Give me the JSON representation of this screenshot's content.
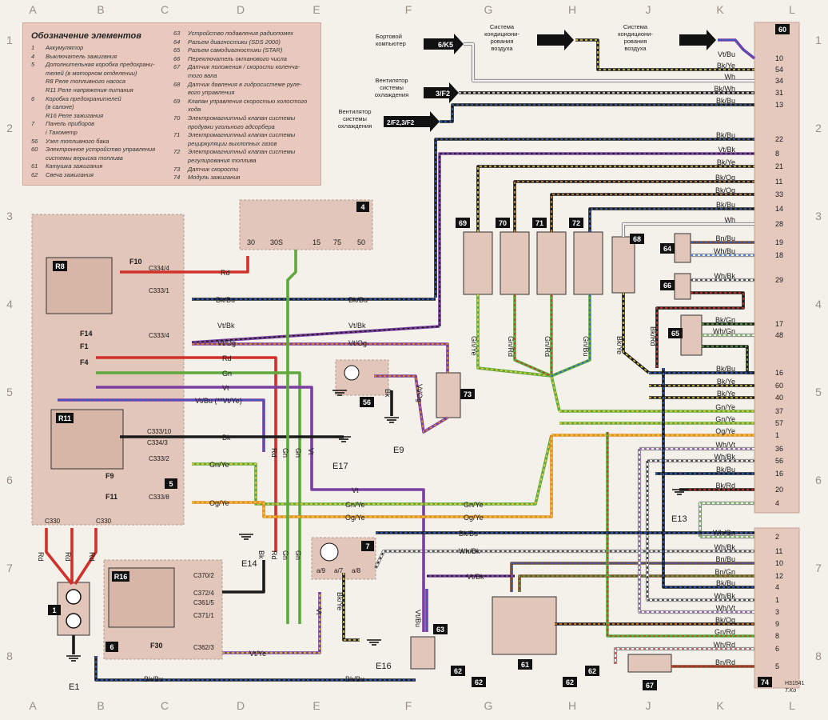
{
  "grid": {
    "columns": [
      "A",
      "B",
      "C",
      "D",
      "E",
      "F",
      "G",
      "H",
      "J",
      "K",
      "L"
    ],
    "rows": [
      "1",
      "2",
      "3",
      "4",
      "5",
      "6",
      "7",
      "8"
    ]
  },
  "legend": {
    "title": "Обозначение элементов",
    "left_items": [
      {
        "num": "1",
        "text": "Аккумулятор"
      },
      {
        "num": "4",
        "text": "Выключатель зажигания"
      },
      {
        "num": "5",
        "text": "Дополнительная коробка предохрани-"
      },
      {
        "num": "",
        "text": "телей (в моторном отделении)"
      },
      {
        "num": "",
        "text": "R8 Реле топливного насоса"
      },
      {
        "num": "",
        "text": "R11 Реле напряжения питания"
      },
      {
        "num": "6",
        "text": "Коробка предохранителей"
      },
      {
        "num": "",
        "text": "(в салоне)"
      },
      {
        "num": "",
        "text": "R16 Реле зажигания"
      },
      {
        "num": "7",
        "text": "Панель приборов"
      },
      {
        "num": "",
        "text": "i Тахометр"
      },
      {
        "num": "56",
        "text": "Узел топливного бака"
      },
      {
        "num": "60",
        "text": "Электронное устройство управления"
      },
      {
        "num": "",
        "text": "системы впрыска топлива"
      },
      {
        "num": "61",
        "text": "Катушка зажигания"
      },
      {
        "num": "62",
        "text": "Свеча зажигания"
      }
    ],
    "right_items": [
      {
        "num": "63",
        "text": "Устройство подавления радиопомех"
      },
      {
        "num": "64",
        "text": "Разъем диагностики (SDS 2000)"
      },
      {
        "num": "65",
        "text": "Разъем самодиагностики (STAR)"
      },
      {
        "num": "66",
        "text": "Переключатель октанового числа"
      },
      {
        "num": "67",
        "text": "Датчик положения / скорости коленча-"
      },
      {
        "num": "",
        "text": "того вала"
      },
      {
        "num": "68",
        "text": "Датчик давления в гидросистеме руле-"
      },
      {
        "num": "",
        "text": "вого управления"
      },
      {
        "num": "69",
        "text": "Клапан управления скоростью холостого"
      },
      {
        "num": "",
        "text": "хода"
      },
      {
        "num": "70",
        "text": "Электромагнитный клапан системы"
      },
      {
        "num": "",
        "text": "продувки угольного адсорбера"
      },
      {
        "num": "71",
        "text": "Электромагнитный клапан системы"
      },
      {
        "num": "",
        "text": "рециркуляции выхлопных газов"
      },
      {
        "num": "72",
        "text": "Электромагнитный клапан системы"
      },
      {
        "num": "",
        "text": "регулирования топлива"
      },
      {
        "num": "73",
        "text": "Датчик скорости"
      },
      {
        "num": "74",
        "text": "Модуль зажигания"
      }
    ]
  },
  "top_labels": {
    "board_computer": [
      "Бортовой",
      "компьютер"
    ],
    "ac_1": [
      "Система",
      "кондициони-",
      "рования",
      "воздуха"
    ],
    "ac_2": [
      "Система",
      "кондициони-",
      "рования",
      "воздуха"
    ],
    "fan_1": [
      "Вентилятор",
      "системы",
      "охлаждения"
    ],
    "fan_2": [
      "Вентилятор",
      "системы",
      "охлаждения"
    ],
    "connector_6k5": "6/K5",
    "connector_3f2": "3/F2",
    "connector_2f2": "2/F2,3/F2"
  },
  "module_60": {
    "label": "60",
    "pins": [
      {
        "pin": "10",
        "wire": "Vt/Bu"
      },
      {
        "pin": "54",
        "wire": "Bk/Ye"
      },
      {
        "pin": "34",
        "wire": "Wh"
      },
      {
        "pin": "31",
        "wire": "Bk/Wh"
      },
      {
        "pin": "13",
        "wire": "Bk/Bu"
      },
      {
        "pin": "22",
        "wire": "Bk/Bu"
      },
      {
        "pin": "8",
        "wire": "Vt/Bk"
      },
      {
        "pin": "21",
        "wire": "Bk/Ye"
      },
      {
        "pin": "11",
        "wire": "Bk/Og"
      },
      {
        "pin": "33",
        "wire": "Bk/Og"
      },
      {
        "pin": "14",
        "wire": "Bk/Bu"
      },
      {
        "pin": "28",
        "wire": "Wh"
      },
      {
        "pin": "19",
        "wire": "Bn/Bu"
      },
      {
        "pin": "18",
        "wire": "Wh/Bu"
      },
      {
        "pin": "29",
        "wire": "Wh/Bk"
      },
      {
        "pin": "17",
        "wire": "Bk/Gn"
      },
      {
        "pin": "48",
        "wire": "Wh/Gn"
      },
      {
        "pin": "16",
        "wire": "Bk/Bu"
      },
      {
        "pin": "60",
        "wire": "Bk/Ye"
      },
      {
        "pin": "40",
        "wire": "Bk/Ye"
      },
      {
        "pin": "37",
        "wire": "Gn/Ye"
      },
      {
        "pin": "57",
        "wire": "Gn/Ye"
      },
      {
        "pin": "1",
        "wire": "Og/Ye"
      },
      {
        "pin": "36",
        "wire": "Wh/Vt"
      },
      {
        "pin": "56",
        "wire": "Wh/Bk"
      },
      {
        "pin": "16",
        "wire": "Bk/Bu"
      },
      {
        "pin": "20",
        "wire": "Bk/Rd"
      },
      {
        "pin": "4",
        "wire": ""
      }
    ]
  },
  "module_74": {
    "label": "74",
    "pins": [
      {
        "pin": "2",
        "wire": "Wh/Gn"
      },
      {
        "pin": "11",
        "wire": "Wh/Bk"
      },
      {
        "pin": "10",
        "wire": "Bn/Bu"
      },
      {
        "pin": "12",
        "wire": "Bn/Gn"
      },
      {
        "pin": "4",
        "wire": "Bk/Bu"
      },
      {
        "pin": "1",
        "wire": "Wh/Bk"
      },
      {
        "pin": "3",
        "wire": "Wh/Vt"
      },
      {
        "pin": "9",
        "wire": "Bk/Og"
      },
      {
        "pin": "8",
        "wire": "Gn/Rd"
      },
      {
        "pin": "6",
        "wire": "Wh/Rd"
      },
      {
        "pin": "5",
        "wire": "Bn/Rd"
      }
    ]
  },
  "fusebox_5": {
    "label": "5",
    "relays": [
      "R8",
      "R11"
    ],
    "fuses": [
      "F10",
      "F14",
      "F1",
      "F4",
      "F9",
      "F11"
    ],
    "connectors": [
      "C334/4",
      "C333/1",
      "C333/4",
      "C333/10",
      "C334/3",
      "C333/2",
      "C333/8"
    ],
    "bottom_connectors": [
      "C330",
      "C330"
    ]
  },
  "fusebox_6": {
    "label": "6",
    "relay": "R16",
    "fuse": "F30",
    "connectors": [
      "C370/2",
      "C372/4",
      "C361/5",
      "C371/1",
      "C362/3"
    ]
  },
  "ignition_switch": {
    "label": "4",
    "terminals": [
      "30",
      "30S",
      "15",
      "75",
      "50"
    ]
  },
  "wires_left": [
    {
      "text": "Rd"
    },
    {
      "text": "Bk/Bu"
    },
    {
      "text": "Vt/Bk"
    },
    {
      "text": "Vt/Og"
    },
    {
      "text": "Rd"
    },
    {
      "text": "Gn"
    },
    {
      "text": "Vt"
    },
    {
      "text": "Vt/Bu (**Vt/Ye)"
    },
    {
      "text": "Bk"
    },
    {
      "text": "Gn/Ye"
    },
    {
      "text": "Og/Ye"
    },
    {
      "text": "Vt"
    },
    {
      "text": "Gn/Ye"
    },
    {
      "text": "Og/Ye"
    },
    {
      "text": "Bk/Bu"
    },
    {
      "text": "Wh/Bk"
    },
    {
      "text": "Vt/Bk"
    },
    {
      "text": "Vt/Ye"
    },
    {
      "text": "Bk/Bu"
    },
    {
      "text": "Bk/Bu"
    }
  ],
  "components": {
    "c56": "56",
    "c73": "73",
    "c7": "7",
    "c61": "61",
    "c62": "62",
    "c63": "63",
    "c64": "64",
    "c65": "65",
    "c66": "66",
    "c67": "67",
    "c68": "68",
    "c69": "69",
    "c70": "70",
    "c71": "71",
    "c72": "72",
    "c1": "1"
  },
  "vertical_wire_labels": {
    "v69": "Gn/Ye",
    "v70": "Gn/Rd",
    "v71": "Gn/Rd",
    "v72": "Gn/Bu",
    "v68": "Bk/Ye",
    "vbkrd": "Bk/Rd",
    "vtog": "Vt/Og",
    "vtbu": "Vt/Bu",
    "bkye": "Bk/Ye",
    "vt7": "Vt",
    "bk56": "Bk",
    "rd1": "Rd",
    "rd2": "Rd",
    "rd3": "Rd",
    "rdD": "Rd",
    "gnD": "Gn",
    "gnD2": "Gn",
    "vtD": "Vt",
    "bkD": "Bk",
    "rdD2": "Rd",
    "gnD3": "Gn",
    "gnD4": "Gn"
  },
  "gauge_7_pins": [
    "a/9",
    "a/7",
    "a/8"
  ],
  "grounds": [
    "E1",
    "E9",
    "E13",
    "E14",
    "E16",
    "E17"
  ],
  "signature": [
    "H31541",
    "T.Ko"
  ]
}
